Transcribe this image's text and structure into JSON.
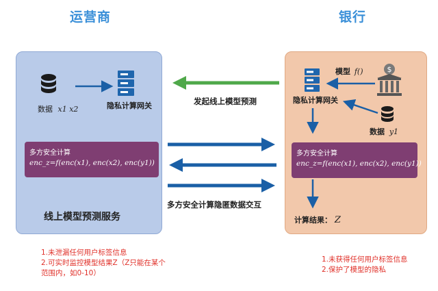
{
  "headers": {
    "left": "运营商",
    "right": "银行"
  },
  "operator": {
    "data_label": "数据",
    "data_vars": "x1  x2",
    "gateway_label": "隐私计算网关",
    "mpc_box": {
      "title": "多方安全计算",
      "formula": "enc_z=f(enc(x1),  enc(x2),  enc(y1))"
    },
    "service_label": "线上模型预测服务"
  },
  "bank": {
    "model_label": "模型",
    "model_fn": "f()",
    "gateway_label": "隐私计算网关",
    "data_label": "数据",
    "data_var": "y1",
    "mpc_box": {
      "title": "多方安全计算",
      "formula": "enc_z=f(enc(x1),  enc(x2),  enc(y1))"
    },
    "result_label": "计算结果：",
    "result_var": "Z"
  },
  "middle": {
    "top_label": "发起线上模型预测",
    "bottom_label": "多方安全计算隐匿数据交互"
  },
  "notes": {
    "left": [
      "1.未泄漏任何用户标签信息",
      "2.可实时监控模型结果Z（Z只能在某个",
      "范围内，如0-10）"
    ],
    "right": [
      "1.未获得任何用户标签信息",
      "2.保护了模型的隐私"
    ]
  },
  "colors": {
    "accent_blue": "#1a5fa6",
    "green_arrow": "#4fa84a",
    "purple_box": "#7f3e72",
    "note_red": "#e0312a"
  }
}
